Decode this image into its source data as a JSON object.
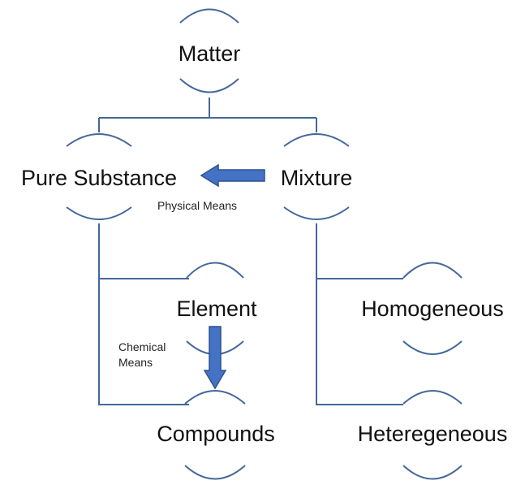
{
  "colors": {
    "connector": "#44679a",
    "arrow_fill": "#4472c4",
    "arrow_stroke": "#2f528f",
    "text": "#111111"
  },
  "nodes": {
    "matter": "Matter",
    "pure_substance": "Pure Substance",
    "mixture": "Mixture",
    "element": "Element",
    "compounds": "Compounds",
    "homogeneous": "Homogeneous",
    "heterogeneous": "Heteregeneous"
  },
  "arrows": {
    "physical": {
      "label": "Physical Means"
    },
    "chemical": {
      "label_line1": "Chemical",
      "label_line2": "Means"
    }
  }
}
